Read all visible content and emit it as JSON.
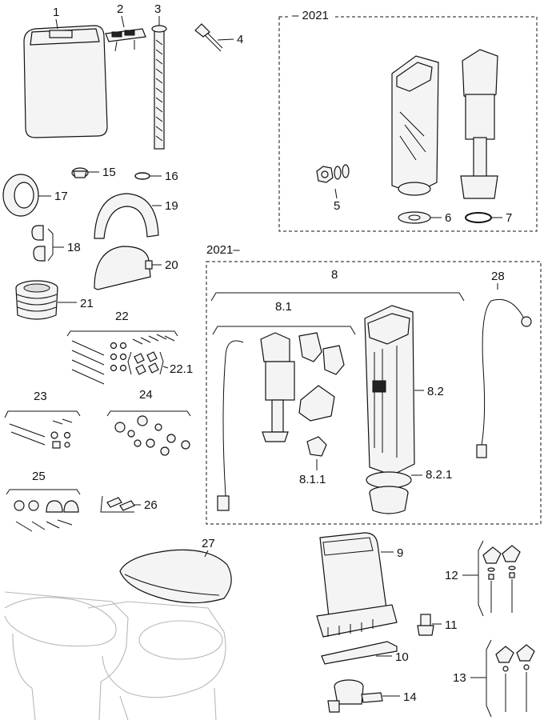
{
  "diagram": {
    "callouts": {
      "p1": "1",
      "p2": "2",
      "p3": "3",
      "p4": "4",
      "p5": "5",
      "p6": "6",
      "p7": "7",
      "p8": "8",
      "p8_1": "8.1",
      "p8_1_1": "8.1.1",
      "p8_2": "8.2",
      "p8_2_1": "8.2.1",
      "p9": "9",
      "p10": "10",
      "p11": "11",
      "p12": "12",
      "p13": "13",
      "p14": "14",
      "p15": "15",
      "p16": "16",
      "p17": "17",
      "p18": "18",
      "p19": "19",
      "p20": "20",
      "p21": "21",
      "p22": "22",
      "p22_1": "22.1",
      "p23": "23",
      "p24": "24",
      "p25": "25",
      "p26": "26",
      "p27": "27",
      "p28": "28"
    },
    "boxes": {
      "before_2021": "– 2021",
      "from_2021": "2021–"
    }
  },
  "colors": {
    "line": "#111111",
    "ghost": "#b8b8b8",
    "fill": "#f4f4f4"
  }
}
